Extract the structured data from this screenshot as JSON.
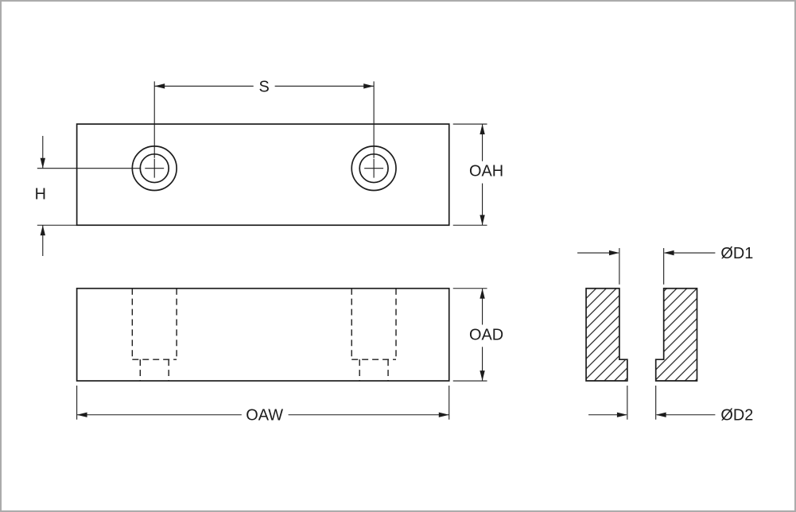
{
  "drawing": {
    "labels": {
      "spacing": "S",
      "overall_height": "OAH",
      "height_offset": "H",
      "overall_depth": "OAD",
      "overall_width": "OAW",
      "counterbore_diameter": "ØD1",
      "hole_diameter": "ØD2"
    },
    "colors": {
      "line": "#1c1c1c",
      "background": "#ffffff",
      "frame": "#ababab"
    }
  }
}
